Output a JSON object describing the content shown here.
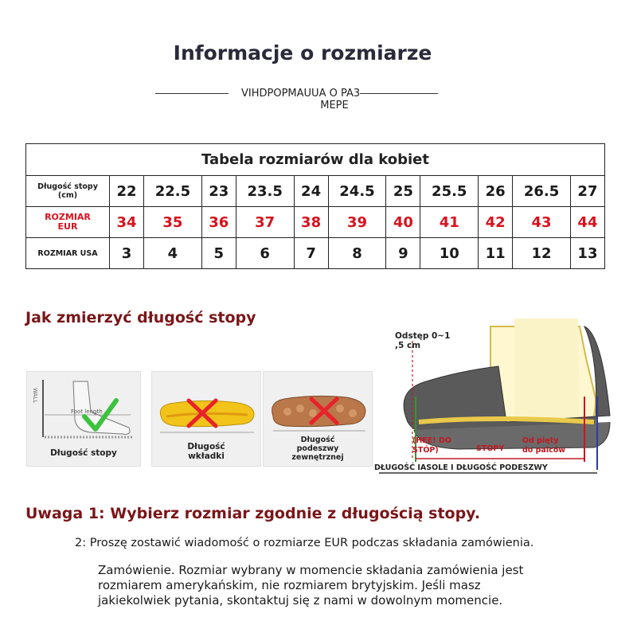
{
  "title": "Informacje o rozmiarze",
  "subtitle": {
    "line1": "VIHDPOPMAUUA O PA3",
    "line2": "MEPE"
  },
  "table": {
    "caption": "Tabela rozmiarów dla kobiet",
    "rows": [
      {
        "head": "Długość stopy (cm)",
        "values": [
          "22",
          "22.5",
          "23",
          "23.5",
          "24",
          "24.5",
          "25",
          "25.5",
          "26",
          "26.5",
          "27"
        ]
      },
      {
        "head_line1": "ROZMIAR",
        "head_line2": "EUR",
        "values": [
          "34",
          "35",
          "36",
          "37",
          "38",
          "39",
          "40",
          "41",
          "42",
          "43",
          "44"
        ]
      },
      {
        "head": "ROZMIAR USA",
        "values": [
          "3",
          "4",
          "5",
          "6",
          "7",
          "8",
          "9",
          "10",
          "11",
          "12",
          "13"
        ]
      }
    ]
  },
  "colors": {
    "accent_red": "#d8121d",
    "heading_maroon": "#7a1518",
    "check_green": "#3cc23c",
    "cross_red": "#e8222a"
  },
  "howto": {
    "heading": "Jak zmierzyć długość stopy",
    "panels": [
      {
        "wall_label": "WALL",
        "ruler_label": "Foot length",
        "caption": "Długość stopy",
        "mark": "check-icon"
      },
      {
        "caption_line1": "Długość",
        "caption_line2": "wkładki",
        "mark": "cross-icon"
      },
      {
        "caption_line1": "Długość",
        "caption_line2": "podeszwy",
        "caption_line3": "zewnętrznej",
        "mark": "cross-icon"
      }
    ],
    "diagram": {
      "gap_line1": "Odstęp 0~1",
      "gap_line2": ",5 cm",
      "heel_line1": "(HEE! DO",
      "heel_line2": "STÓP)",
      "toe_line1": "Od pięty",
      "toe_line2": "do palców",
      "stopy": "STOPY",
      "bottom": "DŁUGOŚĆ IASOLE I DŁUGOŚĆ PODESZWY"
    }
  },
  "note1": "Uwaga 1: Wybierz rozmiar zgodnie z długością stopy.",
  "note2": "2: Proszę zostawić wiadomość o rozmiarze EUR podczas składania zamówienia.",
  "note3": {
    "line1": "Zamówienie. Rozmiar wybrany w momencie składania zamówienia jest",
    "line2": "rozmiarem amerykańskim, nie rozmiarem brytyjskim. Jeśli masz",
    "line3": "jakiekolwiek pytania, skontaktuj się z nami w dowolnym momencie."
  }
}
